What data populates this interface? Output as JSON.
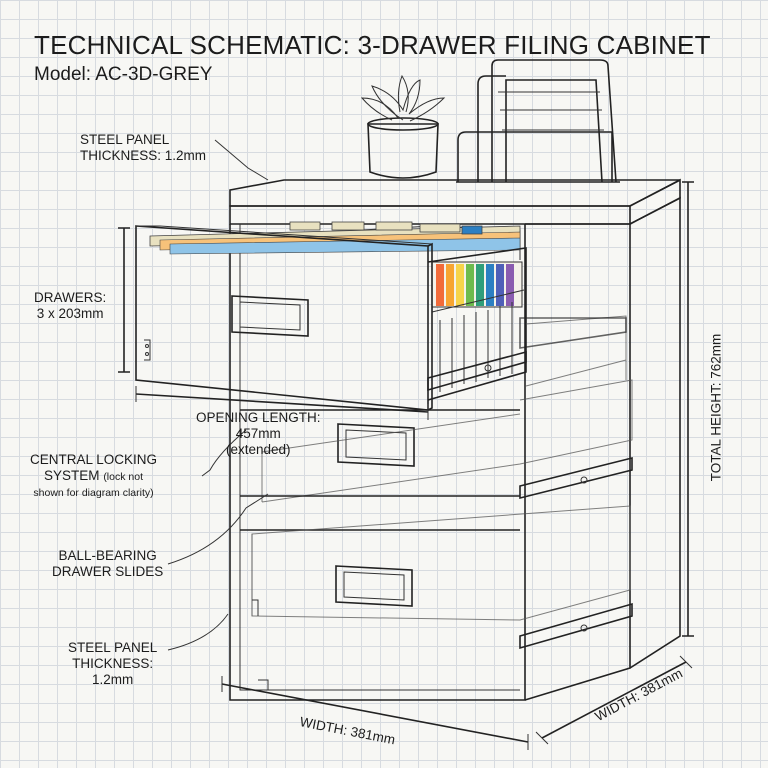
{
  "header": {
    "title": "TECHNICAL SCHEMATIC: 3-DRAWER FILING CABINET",
    "model": "Model: AC-3D-GREY"
  },
  "annotations": {
    "steel_top": [
      "STEEL PANEL",
      "THICKNESS: 1.2mm"
    ],
    "drawers": [
      "DRAWERS:",
      "3 x 203mm"
    ],
    "opening": [
      "OPENING LENGTH:",
      "457mm",
      "(extended)"
    ],
    "locking_main": [
      "CENTRAL LOCKING",
      "SYSTEM"
    ],
    "locking_note": [
      "(lock not",
      "shown for diagram clarity)"
    ],
    "slides": [
      "BALL-BEARING",
      "DRAWER SLIDES"
    ],
    "steel_side": [
      "STEEL PANEL",
      "THICKNESS:",
      "1.2mm"
    ],
    "total_height": "TOTAL HEIGHT: 762mm",
    "width_front": "WIDTH: 381mm",
    "width_side": "WIDTH: 381mm"
  },
  "colors": {
    "ink": "#222222",
    "grid": "#d7dbe0",
    "folders": [
      "#e8e1c0",
      "#f26b3a",
      "#f7a531",
      "#f6d44a",
      "#6dbb4d",
      "#2f9e7a",
      "#2c7fc2",
      "#4f5fb8",
      "#8a5cb0",
      "#e7e2cf"
    ]
  },
  "icons": [
    "succulent-plant-icon",
    "file-sorter-icon"
  ]
}
